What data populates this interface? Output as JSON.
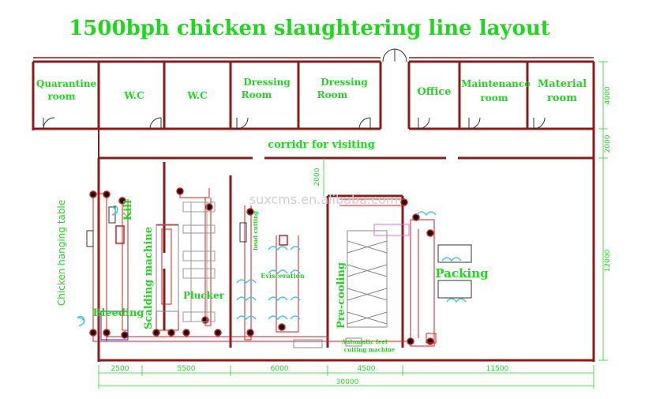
{
  "title": "1500bph chicken slaughtering line layout",
  "rooms": {
    "quarantine": [
      "Quarantine",
      "room"
    ],
    "wc1": "W.C",
    "wc2": "W.C",
    "dressing1": [
      "Dressing",
      "Room"
    ],
    "dressing2": [
      "Dressing",
      "Room"
    ],
    "office": "Office",
    "maintenance": [
      "Maintenance",
      "room"
    ],
    "material": [
      "Material",
      "room"
    ]
  },
  "corridor": "corridr for visiting",
  "areas": {
    "hanging_table": "Chicken hanging table",
    "kill": "Kill",
    "bleeding": "Bleeding",
    "scalding": "Scalding machine",
    "plucker": "Plucker",
    "head_cutting": "head cutting",
    "evisceration": "Evisceration",
    "precooling": "Pre-cooling",
    "feet_cutting": [
      "Automatic feet",
      "cutting machine"
    ],
    "packing": "Packing"
  },
  "dimensions": {
    "bottom": [
      "2500",
      "5500",
      "6000",
      "4500",
      "11500"
    ],
    "total": "30000",
    "right": [
      "4000",
      "2000",
      "12000"
    ],
    "inner": "2000"
  },
  "watermark": "suxcms.en.alibaba.com",
  "colors": {
    "wall": "#8b1a1a",
    "text": "#1ed81e",
    "machine": "#4fc3d9",
    "line": "#d22020"
  }
}
